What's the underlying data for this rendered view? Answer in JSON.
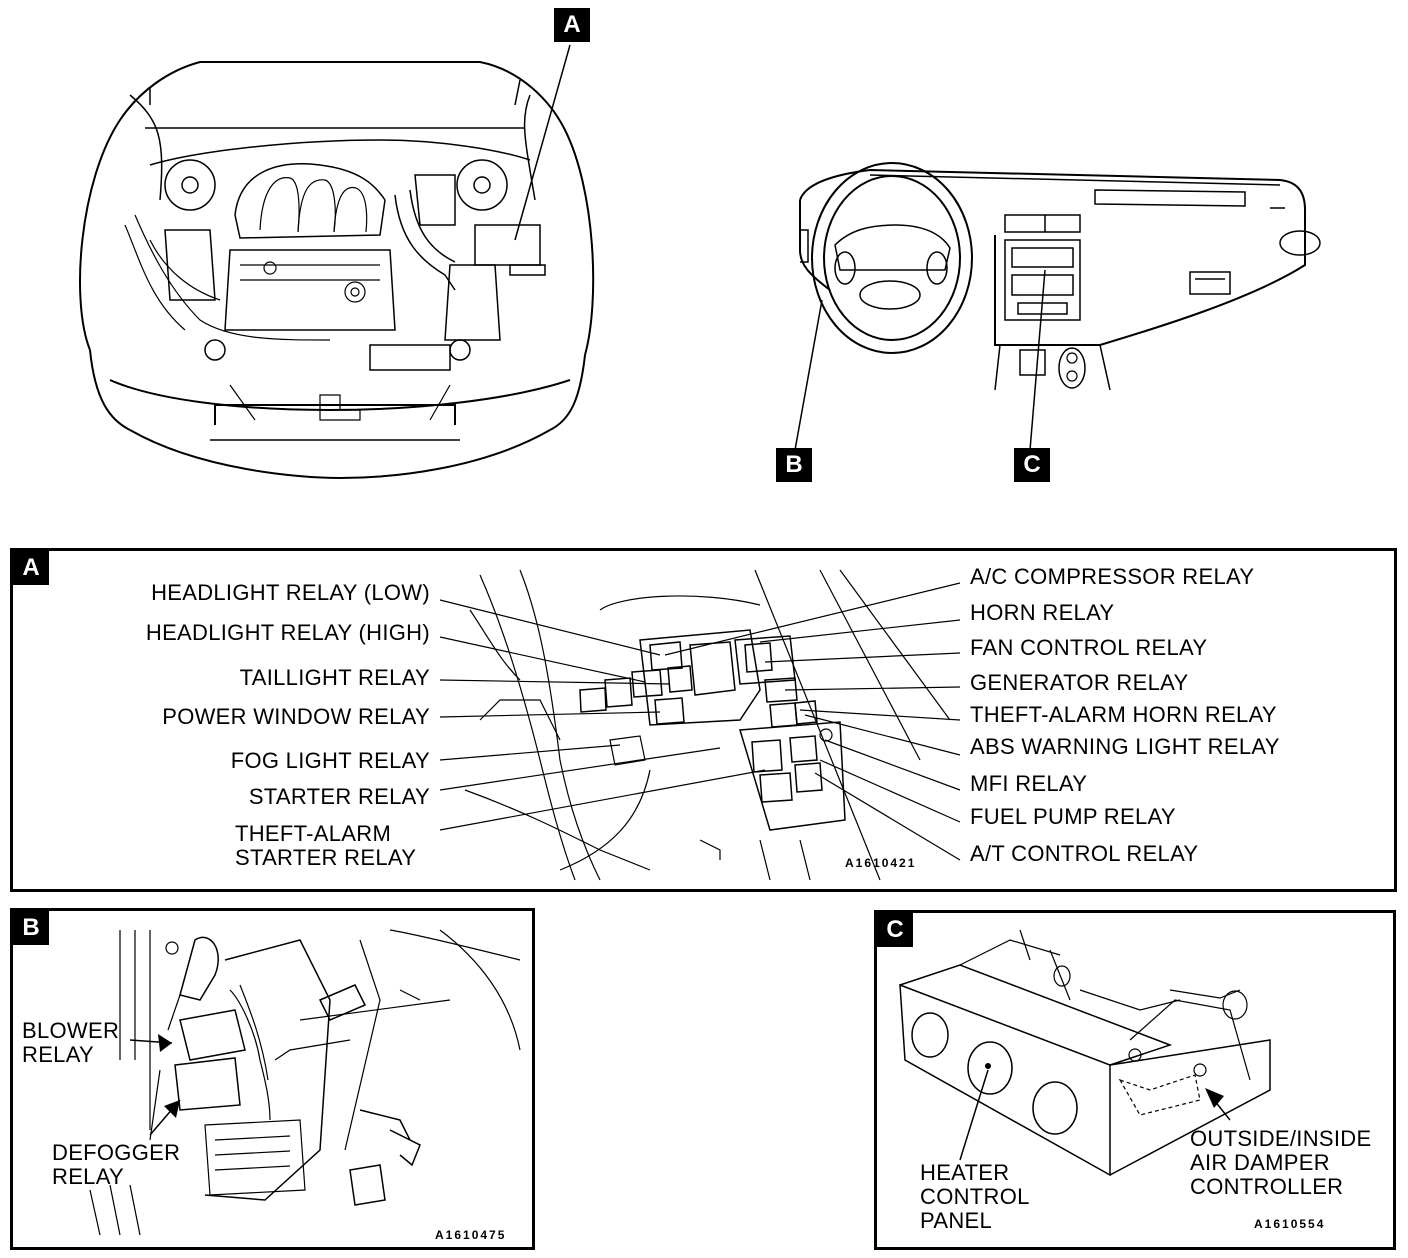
{
  "markers": {
    "a": "A",
    "b": "B",
    "c": "C"
  },
  "panel_a": {
    "badge": "A",
    "code": "A1610421",
    "left_labels": [
      "HEADLIGHT RELAY (LOW)",
      "HEADLIGHT RELAY (HIGH)",
      "TAILLIGHT RELAY",
      "POWER WINDOW RELAY",
      "FOG LIGHT RELAY",
      "STARTER RELAY",
      "THEFT-ALARM",
      "STARTER RELAY"
    ],
    "right_labels": [
      "A/C COMPRESSOR RELAY",
      "HORN RELAY",
      "FAN CONTROL RELAY",
      "GENERATOR RELAY",
      "THEFT-ALARM HORN RELAY",
      "ABS WARNING LIGHT RELAY",
      "MFI RELAY",
      "FUEL PUMP RELAY",
      "A/T CONTROL RELAY"
    ]
  },
  "panel_b": {
    "badge": "B",
    "code": "A1610475",
    "labels": [
      "BLOWER",
      "RELAY",
      "DEFOGGER",
      "RELAY"
    ]
  },
  "panel_c": {
    "badge": "C",
    "code": "A1610554",
    "labels": [
      "HEATER",
      "CONTROL",
      "PANEL",
      "OUTSIDE/INSIDE",
      "AIR DAMPER",
      "CONTROLLER"
    ]
  }
}
